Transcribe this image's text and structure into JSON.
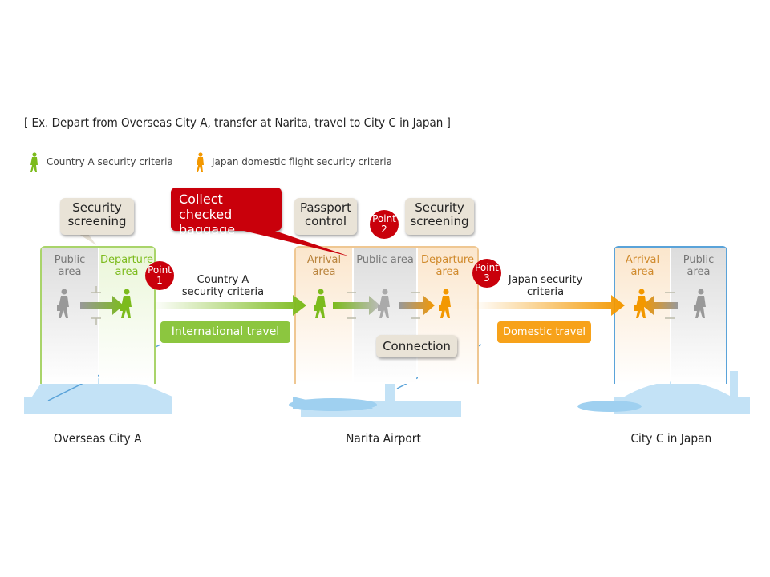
{
  "title": "[ Ex. Depart from Overseas City A, transfer at Narita, travel to City C in Japan ]",
  "legend": [
    {
      "label": "Country A security criteria",
      "color": "#7cbb1c"
    },
    {
      "label": "Japan domestic flight security criteria",
      "color": "#f39800"
    }
  ],
  "callouts": {
    "security1": "Security screening",
    "baggage": "Collect checked baggage",
    "passport": "Passport control",
    "security2": "Security screening",
    "connection": "Connection"
  },
  "points": [
    "Point 1",
    "Point 2",
    "Point 3"
  ],
  "areas": {
    "a_public": "Public area",
    "a_departure": "Departure area",
    "n_arrival": "Arrival area",
    "n_public": "Public area",
    "n_departure": "Departure area",
    "c_arrival": "Arrival area",
    "c_public": "Public area"
  },
  "routes": {
    "intl_criteria": "Country A security criteria",
    "intl_tag": "International travel",
    "dom_criteria": "Japan security criteria",
    "dom_tag": "Domestic travel"
  },
  "cities": [
    "Overseas City A",
    "Narita Airport",
    "City C in Japan"
  ],
  "colors": {
    "green": "#7cbb1c",
    "orange": "#f39800",
    "red": "#c9000b",
    "blue": "#5aa3d9",
    "sky": "#c3e2f6"
  }
}
